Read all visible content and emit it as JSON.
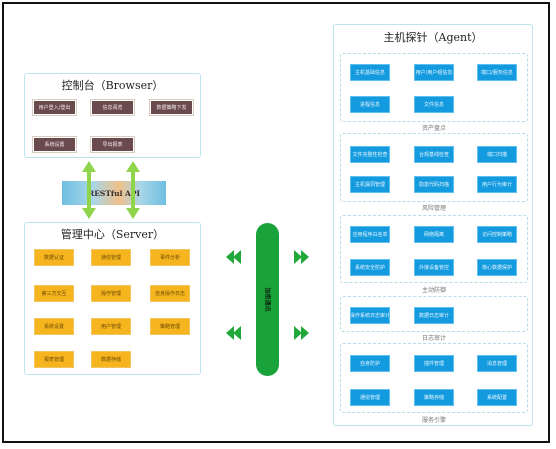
{
  "browser": {
    "title": "控制台（Browser）",
    "buttons": [
      "用户登入/登出",
      "信息阅览",
      "数据策略下发",
      "系统设置",
      "导出报表"
    ]
  },
  "api": {
    "label": "RESTful API"
  },
  "server": {
    "title": "管理中心（Server）",
    "buttons": [
      "数据认证",
      "通信管理",
      "事件分析",
      "第三方交互",
      "操作管理",
      "自身操作日志",
      "系统设置",
      "用户管理",
      "策略管理",
      "报表管理",
      "数据存储"
    ]
  },
  "channel": {
    "label": "加密通讯"
  },
  "agent": {
    "title": "主机探针（Agent）",
    "groups": [
      {
        "label": "资产盘点",
        "buttons": [
          "主机基础信息",
          "用户/用户组信息",
          "端口/服务信息",
          "进程信息",
          "文件信息"
        ]
      },
      {
        "label": "风险管理",
        "buttons": [
          "文件完整性检查",
          "合规基线检查",
          "端口扫描",
          "主机漏洞管理",
          "隐患代码扫描",
          "用户行为审计"
        ]
      },
      {
        "label": "主动防御",
        "buttons": [
          "应用程序白名单",
          "网络隔离",
          "访问控制策略",
          "系统安全防护",
          "外接设备管控",
          "核心数据保护"
        ]
      },
      {
        "label": "日志审计",
        "buttons": [
          "操作系统日志审计",
          "数据日志审计"
        ]
      },
      {
        "label": "服务引擎",
        "buttons": [
          "自身防护",
          "插件管理",
          "消息管理",
          "通信管理",
          "策略存储",
          "系统配置"
        ]
      }
    ]
  },
  "colors": {
    "arrow": "#22a83a",
    "panel_border": "#bde3ef",
    "browser_button": "#6b4a4e",
    "server_button": "#f6b51f",
    "agent_button": "#139adf"
  }
}
